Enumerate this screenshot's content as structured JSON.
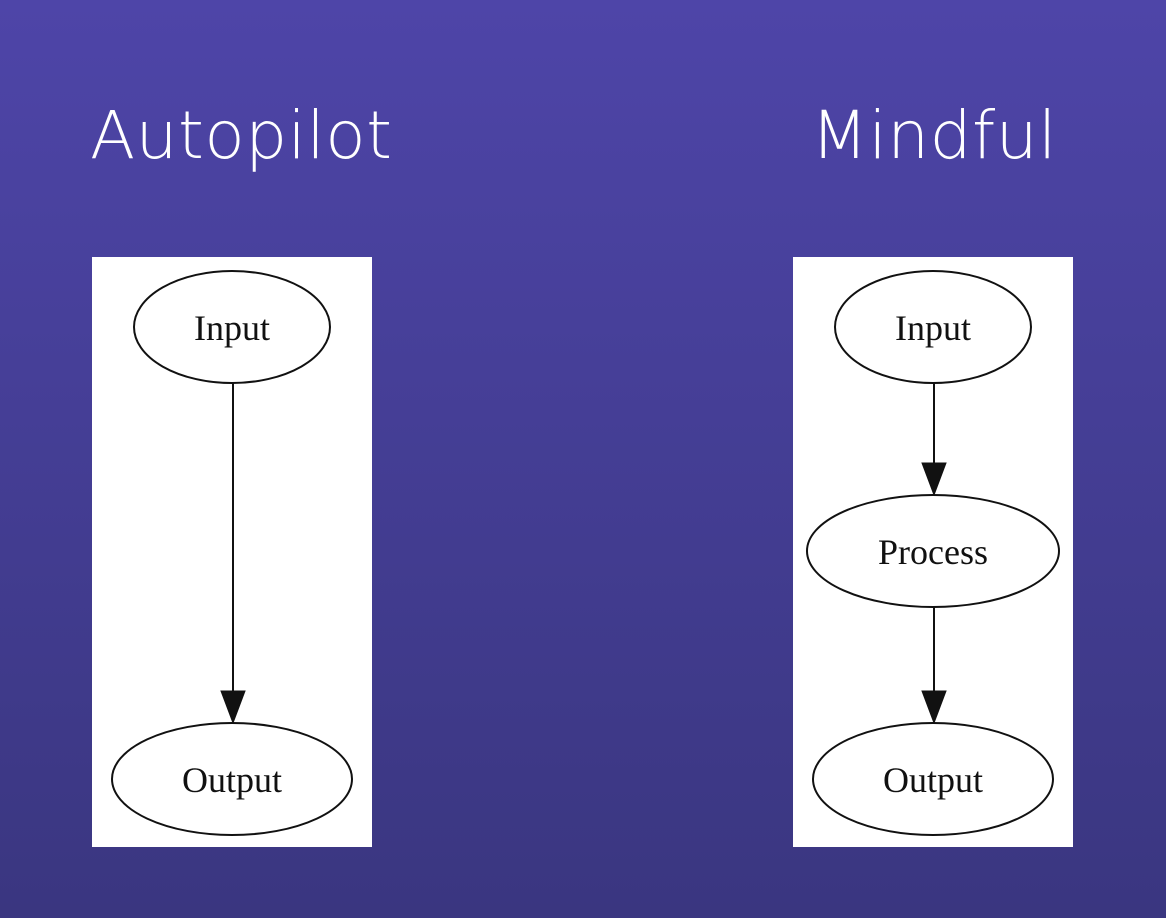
{
  "slide": {
    "background_top": "#4e45a8",
    "background_bottom": "#3a3680"
  },
  "autopilot": {
    "title": "Autopilot",
    "nodes": [
      "Input",
      "Output"
    ]
  },
  "mindful": {
    "title": "Mindful",
    "nodes": [
      "Input",
      "Process",
      "Output"
    ]
  }
}
